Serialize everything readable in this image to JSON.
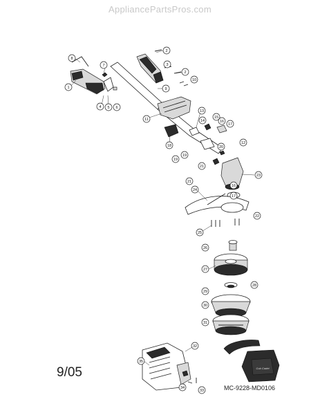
{
  "watermark": "AppliancePartsPros.com",
  "date_code": "9/05",
  "model_code": "MC-9228-MD0106",
  "callouts": [
    "1",
    "2",
    "3",
    "4",
    "5",
    "6",
    "7",
    "8",
    "9",
    "10",
    "11",
    "12",
    "13",
    "14",
    "15",
    "16",
    "17",
    "18",
    "19",
    "20",
    "21",
    "22",
    "23",
    "24",
    "25",
    "26",
    "27",
    "28",
    "29",
    "30",
    "31",
    "32",
    "33",
    "34",
    "35"
  ]
}
